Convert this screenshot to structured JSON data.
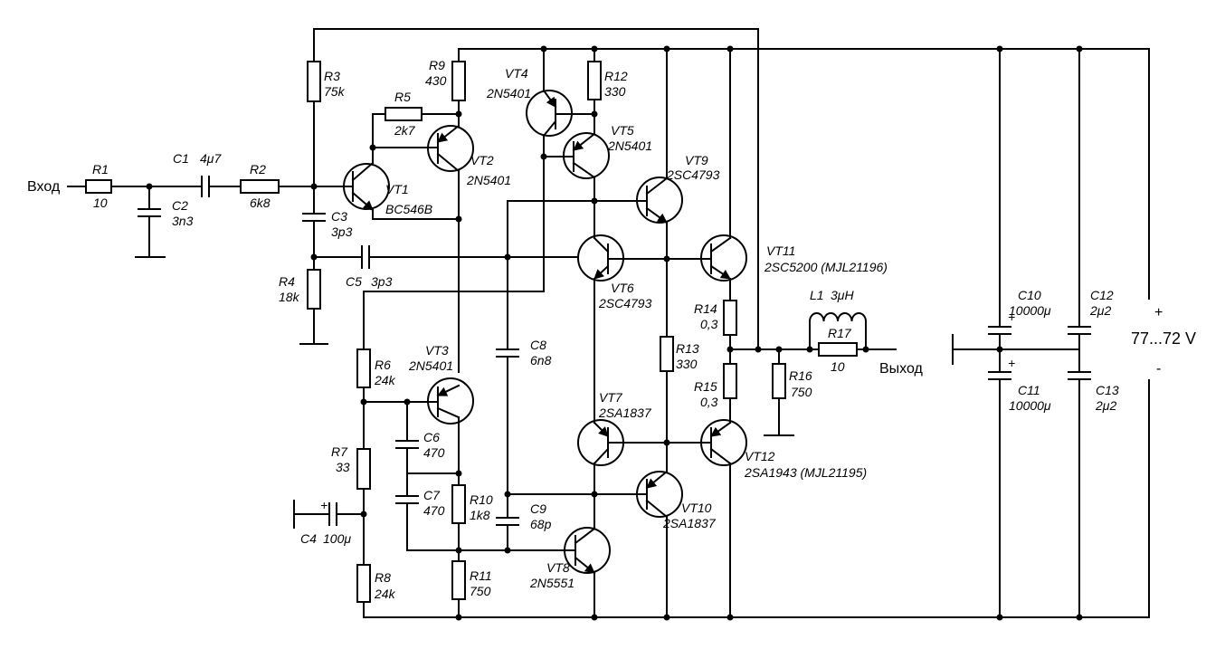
{
  "terminals": {
    "input": "Вход",
    "output": "Выход",
    "supply_voltage": "77...72 V",
    "supply_plus": "+",
    "supply_minus": "-",
    "polarity_mark": "+"
  },
  "resistors": {
    "R1": {
      "ref": "R1",
      "value": "10"
    },
    "R2": {
      "ref": "R2",
      "value": "6k8"
    },
    "R3": {
      "ref": "R3",
      "value": "75k"
    },
    "R4": {
      "ref": "R4",
      "value": "18k"
    },
    "R5": {
      "ref": "R5",
      "value": "2k7"
    },
    "R6": {
      "ref": "R6",
      "value": "24k"
    },
    "R7": {
      "ref": "R7",
      "value": "33"
    },
    "R8": {
      "ref": "R8",
      "value": "24k"
    },
    "R9": {
      "ref": "R9",
      "value": "430"
    },
    "R10": {
      "ref": "R10",
      "value": "1k8"
    },
    "R11": {
      "ref": "R11",
      "value": "750"
    },
    "R12": {
      "ref": "R12",
      "value": "330"
    },
    "R13": {
      "ref": "R13",
      "value": "330"
    },
    "R14": {
      "ref": "R14",
      "value": "0,3"
    },
    "R15": {
      "ref": "R15",
      "value": "0,3"
    },
    "R16": {
      "ref": "R16",
      "value": "750"
    },
    "R17": {
      "ref": "R17",
      "value": "10"
    }
  },
  "capacitors": {
    "C1": {
      "ref": "C1",
      "value": "4μ7"
    },
    "C2": {
      "ref": "C2",
      "value": "3n3"
    },
    "C3": {
      "ref": "C3",
      "value": "3p3"
    },
    "C4": {
      "ref": "C4",
      "value": "100μ"
    },
    "C5": {
      "ref": "C5",
      "value": "3p3"
    },
    "C6": {
      "ref": "C6",
      "value": "470"
    },
    "C7": {
      "ref": "C7",
      "value": "470"
    },
    "C8": {
      "ref": "C8",
      "value": "6n8"
    },
    "C9": {
      "ref": "C9",
      "value": "68p"
    },
    "C10": {
      "ref": "C10",
      "value": "10000μ"
    },
    "C11": {
      "ref": "C11",
      "value": "10000μ"
    },
    "C12": {
      "ref": "C12",
      "value": "2μ2"
    },
    "C13": {
      "ref": "C13",
      "value": "2μ2"
    }
  },
  "inductors": {
    "L1": {
      "ref": "L1",
      "value": "3μH"
    }
  },
  "transistors": {
    "VT1": {
      "ref": "VT1",
      "type": "BC546B"
    },
    "VT2": {
      "ref": "VT2",
      "type": "2N5401"
    },
    "VT3": {
      "ref": "VT3",
      "type": "2N5401"
    },
    "VT4": {
      "ref": "VT4",
      "type": "2N5401"
    },
    "VT5": {
      "ref": "VT5",
      "type": "2N5401"
    },
    "VT6": {
      "ref": "VT6",
      "type": "2SC4793"
    },
    "VT7": {
      "ref": "VT7",
      "type": "2SA1837"
    },
    "VT8": {
      "ref": "VT8",
      "type": "2N5551"
    },
    "VT9": {
      "ref": "VT9",
      "type": "2SC4793"
    },
    "VT10": {
      "ref": "VT10",
      "type": "2SA1837"
    },
    "VT11": {
      "ref": "VT11",
      "type": "2SC5200 (MJL21196)"
    },
    "VT12": {
      "ref": "VT12",
      "type": "2SA1943 (MJL21195)"
    }
  }
}
